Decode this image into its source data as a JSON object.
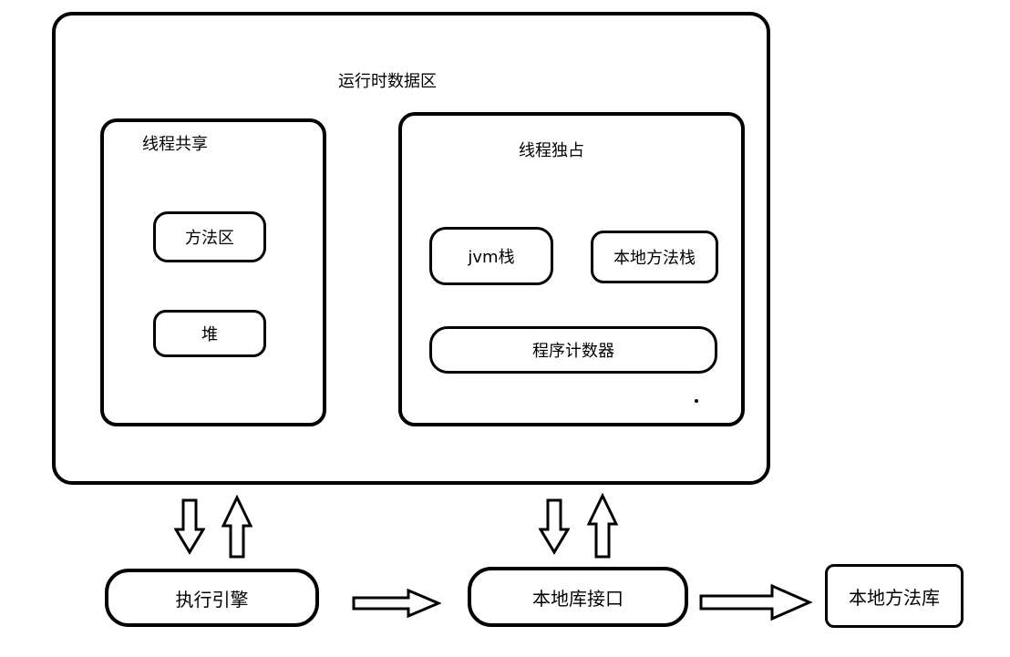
{
  "runtime_area": {
    "title": "运行时数据区",
    "thread_shared": {
      "title": "线程共享",
      "items": [
        {
          "label": "方法区"
        },
        {
          "label": "堆"
        }
      ]
    },
    "thread_private": {
      "title": "线程独占",
      "items": [
        {
          "label": "jvm栈"
        },
        {
          "label": "本地方法栈"
        },
        {
          "label": "程序计数器"
        }
      ]
    }
  },
  "bottom_row": {
    "execution_engine": "执行引擎",
    "native_interface": "本地库接口",
    "native_library": "本地方法库"
  },
  "icons": {
    "down_arrow": "block-arrow-down",
    "up_arrow": "block-arrow-up",
    "right_arrow": "block-arrow-right"
  },
  "colors": {
    "stroke": "#000000",
    "background": "#ffffff"
  }
}
